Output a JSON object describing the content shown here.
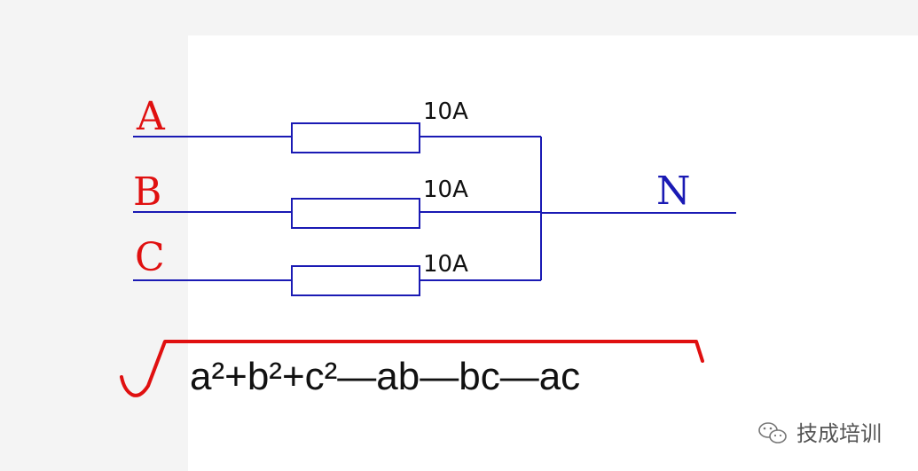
{
  "diagram": {
    "phases": [
      {
        "label": "A",
        "rating": "10A"
      },
      {
        "label": "B",
        "rating": "10A"
      },
      {
        "label": "C",
        "rating": "10A"
      }
    ],
    "neutral_label": "N",
    "formula": "a²+b²+c²—ab—bc—ac"
  },
  "watermark": {
    "text": "技成培训",
    "icon": "wechat-icon"
  },
  "colors": {
    "wire": "#1a1ab4",
    "phase_label": "#e01010",
    "neutral_label": "#1a1ab4",
    "radical": "#e01010",
    "text": "#111111"
  }
}
